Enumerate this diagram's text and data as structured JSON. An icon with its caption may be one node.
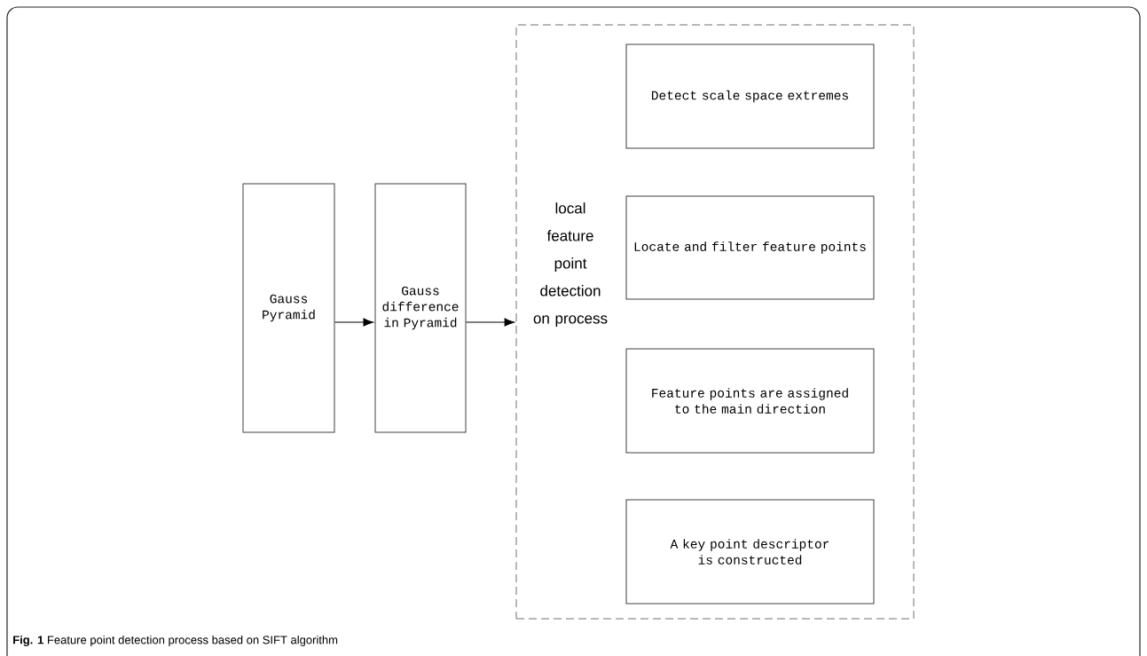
{
  "diagram": {
    "caption": "**Fig. 1** Feature point detection process based on SIFT algorithm",
    "nodes": [
      {
        "text": [
          "Gauss Pyramid"
        ]
      },
      {
        "text": [
          "Gauss difference in Pyramid"
        ]
      },
      {
        "text": [
          "local feature point detection on process"
        ]
      },
      {
        "text": [
          "Detect scale space extremes"
        ],
        "in": 2
      },
      {
        "text": [
          "Locate and filter feature points"
        ],
        "in": 2
      },
      {
        "text": [
          "Feature points are assigned to the main direction"
        ],
        "in": 2
      },
      {
        "text": [
          "A key point descriptor is constructed"
        ],
        "in": 2
      }
    ],
    "edges": [
      {
        "from": 0,
        "to": 1,
        "arrow": "to"
      },
      {
        "from": 1,
        "to": 2,
        "arrow": "to"
      }
    ]
  }
}
